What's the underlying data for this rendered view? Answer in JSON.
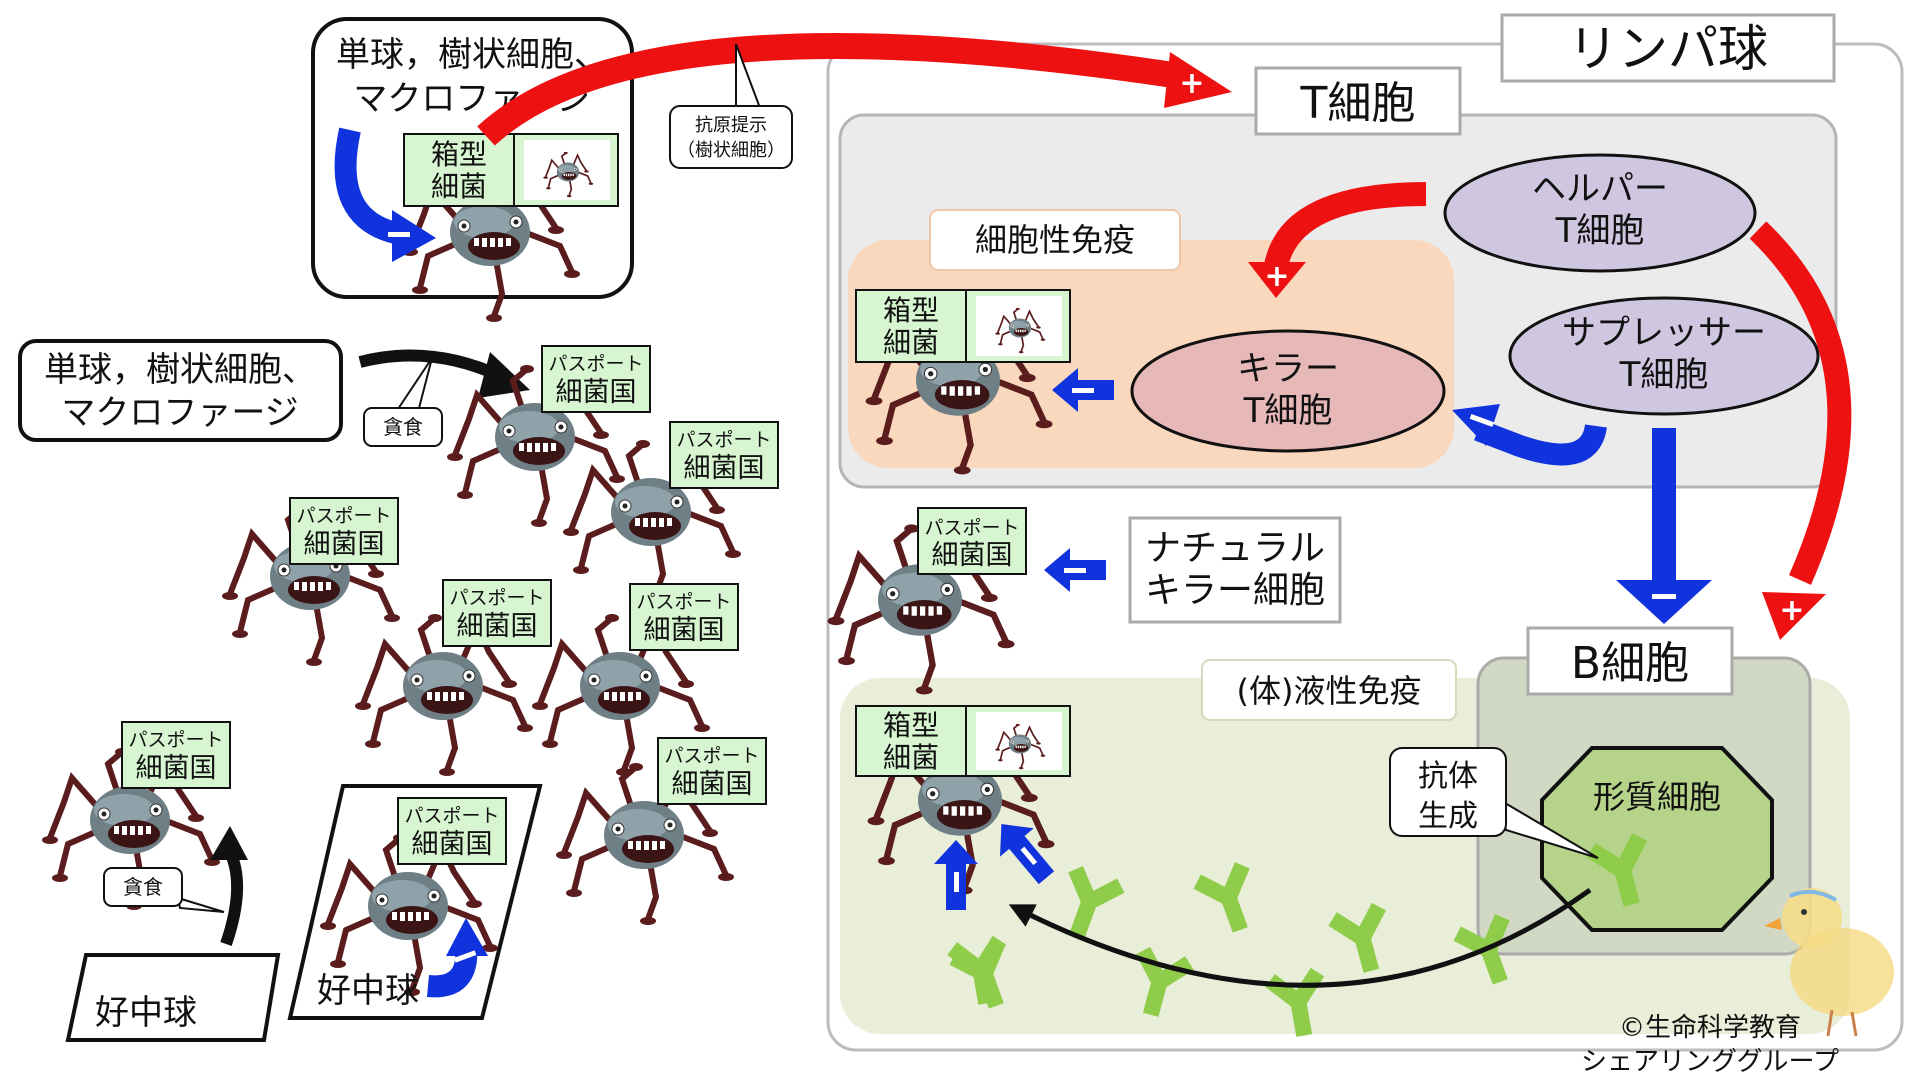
{
  "lymphocyte": {
    "title": "リンパ球",
    "t_cell": "T細胞",
    "helper_l1": "ヘルパー",
    "helper_l2": "T細胞",
    "suppressor_l1": "サプレッサー",
    "suppressor_l2": "T細胞",
    "killer_l1": "キラー",
    "killer_l2": "T細胞",
    "cellular_immunity": "細胞性免疫",
    "humoral_immunity": "(体)液性免疫",
    "b_cell": "B細胞",
    "plasma_cell": "形質細胞",
    "antibody_l1": "抗体",
    "antibody_l2": "生成"
  },
  "natural_killer": {
    "line1": "ナチュラル",
    "line2": "キラー細胞"
  },
  "antigen_presenting": {
    "line1": "単球，樹状細胞、",
    "line2": "マクロファージ",
    "callout_l1": "抗原提示",
    "callout_l2": "（樹状細胞）"
  },
  "phagocyte_box": {
    "line1": "単球，樹状細胞、",
    "line2": "マクロファージ"
  },
  "phagocytosis": "貪食",
  "neutrophil": "好中球",
  "labels": {
    "box_bacteria_l1": "箱型",
    "box_bacteria_l2": "細菌",
    "passport_l1": "パスポート",
    "passport_l2": "細菌国"
  },
  "signs": {
    "plus": "+",
    "minus": "−"
  },
  "colors": {
    "activate": "#ee1111",
    "suppress": "#1133dd",
    "antibody": "#8fcc4a",
    "label_bg": "#d6f5d0",
    "helper_fill": "#cfc6df",
    "killer_fill": "#e6b8b8",
    "cellular_bg": "#fad8bd",
    "humoral_bg": "#e9eed9",
    "plasma_fill": "#b6d38a"
  },
  "copyright": {
    "line1": "©生命科学教育",
    "line2": "シェアリンググループ"
  }
}
